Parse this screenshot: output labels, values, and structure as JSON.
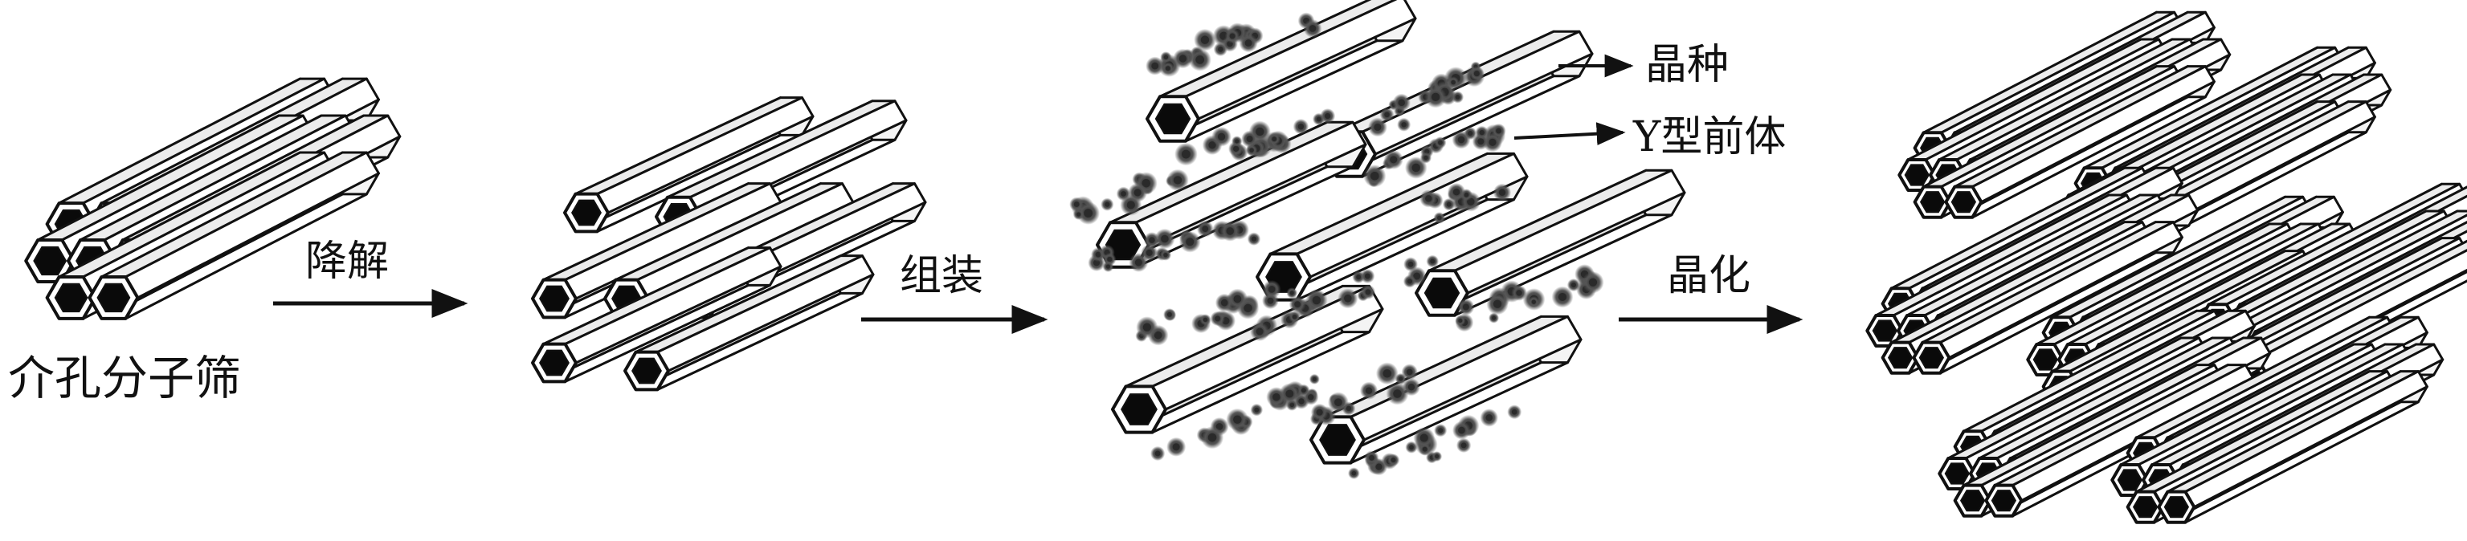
{
  "labels": {
    "mesoporous_sieve": "介孔分子筛",
    "degradation": "降解",
    "assembly": "组装",
    "crystallization": "晶化",
    "seed": "晶种",
    "y_precursor": "Y型前体"
  },
  "colors": {
    "rod_face": "#ffffff",
    "rod_outline": "#111111",
    "channel": "#0a0a0a",
    "particles": "#2a2a2a",
    "text": "#111111"
  }
}
